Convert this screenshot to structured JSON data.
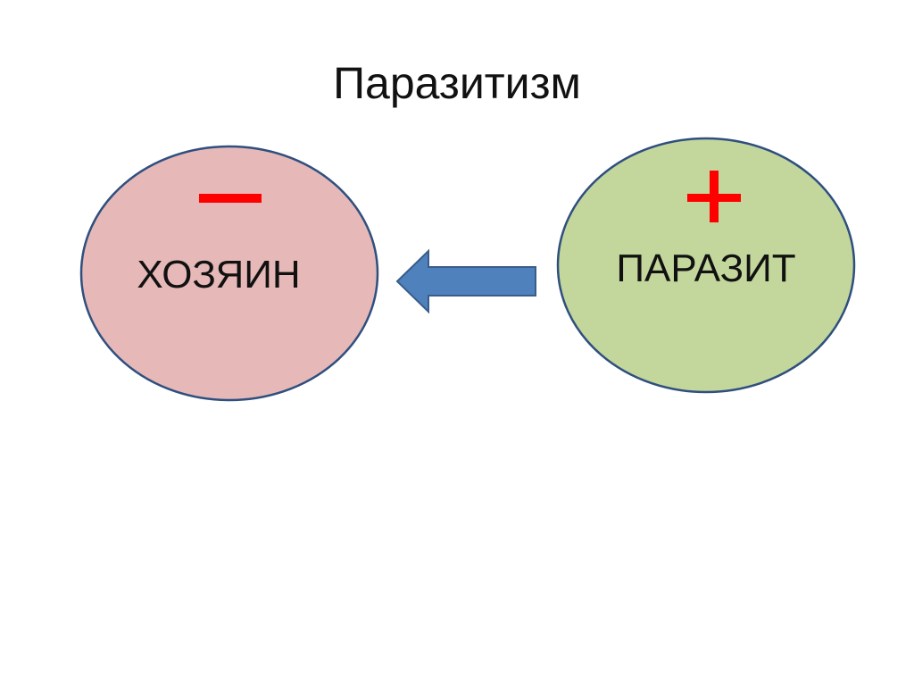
{
  "slide": {
    "title": "Паразитизм"
  },
  "diagram": {
    "host": {
      "label": "ХОЗЯИН",
      "sign": "minus",
      "fill_color": "#e6b9b8",
      "sign_color": "#ff0000"
    },
    "parasite": {
      "label": "ПАРАЗИТ",
      "sign": "plus",
      "fill_color": "#c3d69b",
      "sign_color": "#ff0000"
    },
    "arrow": {
      "direction": "left",
      "fill_color": "#4f81bd",
      "outline_color": "#385d8a"
    },
    "outline_color": "#2f4f7f"
  }
}
